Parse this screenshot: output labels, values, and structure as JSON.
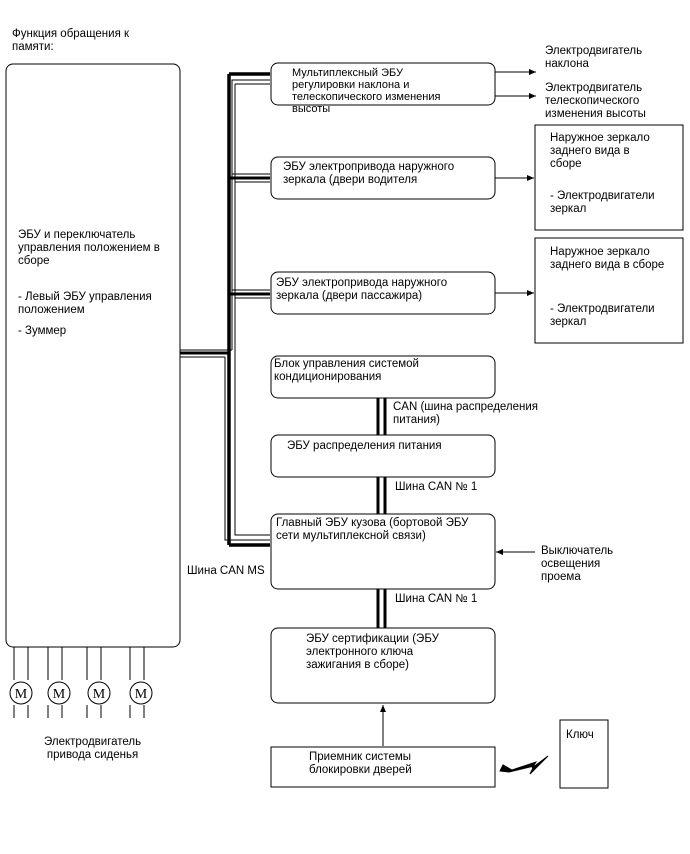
{
  "memory_label": [
    "Функция обращения к",
    "памяти:"
  ],
  "left_block": {
    "title": [
      "ЭБУ и переключатель",
      "управления положением в",
      "сборе"
    ],
    "item1": [
      "- Левый ЭБУ управления",
      "положением"
    ],
    "item2": "- Зуммер"
  },
  "motor_glyph": "M",
  "seat_motor_label": [
    "Электродвигатель",
    "привода сиденья"
  ],
  "ecu_tilt": [
    "Мультиплексный ЭБУ",
    "регулировки наклона и",
    "телескопического изменения",
    "высоты"
  ],
  "out_tilt": [
    "Электродвигатель",
    "наклона"
  ],
  "out_tele": [
    "Электродвигатель",
    "телескопического",
    "изменения высоты"
  ],
  "ecu_mirror_driver": [
    "ЭБУ электропривода наружного",
    "зеркала (двери водителя"
  ],
  "mirror_driver_box": {
    "title": [
      "Наружное зеркало",
      "заднего вида в",
      "сборе"
    ],
    "item": [
      "- Электродвигатели",
      "зеркал"
    ]
  },
  "ecu_mirror_pass": [
    "ЭБУ электропривода наружного",
    "зеркала (двери пассажира)"
  ],
  "mirror_pass_box": {
    "title": [
      "Наружное зеркало",
      "заднего вида в сборе"
    ],
    "item": [
      "- Электродвигатели",
      "зеркал"
    ]
  },
  "ac_block": [
    "Блок управления системой",
    "кондиционирования"
  ],
  "can_power_label": [
    "CAN (шина распределения",
    "питания)"
  ],
  "power_ecu": "ЭБУ распределения питания",
  "can1_label_a": "Шина CAN № 1",
  "body_ecu": [
    "Главный ЭБУ кузова (бортовой ЭБУ",
    "сети мультиплексной связи)"
  ],
  "can_ms_label": "Шина CAN MS",
  "courtesy_switch": [
    "Выключатель",
    "освещения",
    "проема"
  ],
  "can1_label_b": "Шина CAN № 1",
  "cert_ecu": [
    "ЭБУ сертификации (ЭБУ",
    "электронного ключа",
    "зажигания в сборе)"
  ],
  "door_receiver": [
    "Приемник системы",
    "блокировки дверей"
  ],
  "key_label": "Ключ"
}
